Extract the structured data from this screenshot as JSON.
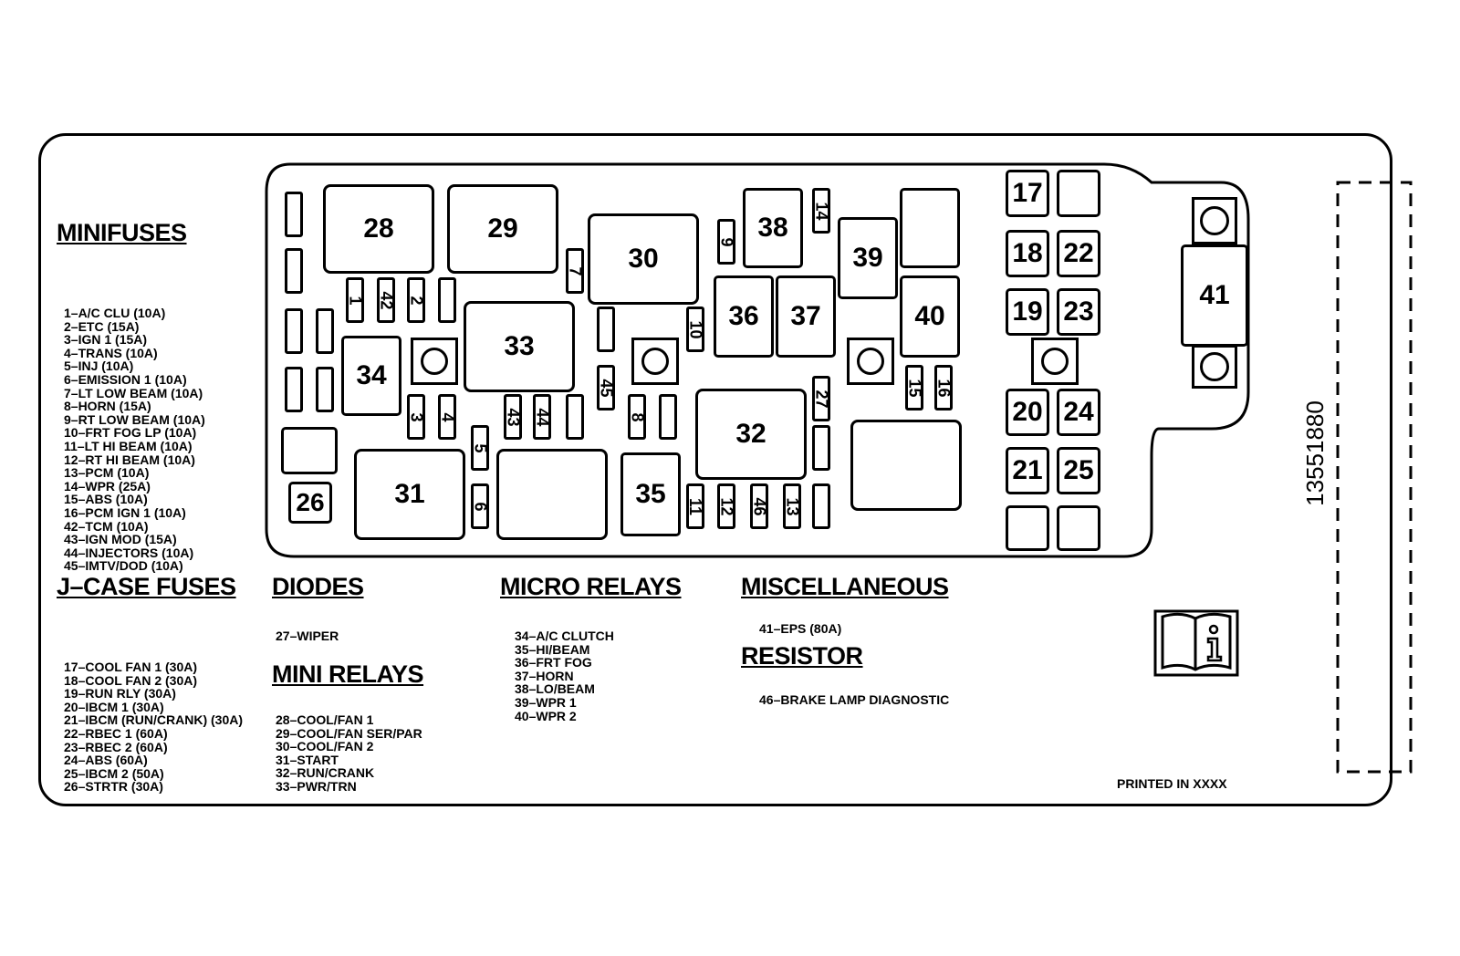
{
  "part_number": "13551880",
  "printed_in": "PRINTED IN XXXX",
  "minifuses": {
    "heading": "MINIFUSES",
    "items": [
      "1–A/C CLU (10A)",
      "2–ETC (15A)",
      "3–IGN 1 (15A)",
      "4–TRANS (10A)",
      "5–INJ (10A)",
      "6–EMISSION 1 (10A)",
      "7–LT LOW BEAM (10A)",
      "8–HORN (15A)",
      "9–RT LOW BEAM (10A)",
      "10–FRT FOG LP (10A)",
      "11–LT HI BEAM (10A)",
      "12–RT HI BEAM (10A)",
      "13–PCM (10A)",
      "14–WPR (25A)",
      "15–ABS (10A)",
      "16–PCM IGN 1 (10A)",
      "42–TCM (10A)",
      "43–IGN MOD (15A)",
      "44–INJECTORS (10A)",
      "45–IMTV/DOD (10A)"
    ]
  },
  "jcase": {
    "heading": "J–CASE FUSES",
    "items": [
      "17–COOL FAN 1 (30A)",
      "18–COOL FAN 2 (30A)",
      "19–RUN RLY (30A)",
      "20–IBCM 1 (30A)",
      "21–IBCM (RUN/CRANK) (30A)",
      "22–RBEC 1 (60A)",
      "23–RBEC 2 (60A)",
      "24–ABS (60A)",
      "25–IBCM 2 (50A)",
      "26–STRTR (30A)"
    ]
  },
  "diodes": {
    "heading": "DIODES",
    "items": [
      "27–WIPER"
    ]
  },
  "mini_relays": {
    "heading": "MINI RELAYS",
    "items": [
      "28–COOL/FAN 1",
      "29–COOL/FAN SER/PAR",
      "30–COOL/FAN 2",
      "31–START",
      "32–RUN/CRANK",
      "33–PWR/TRN"
    ]
  },
  "micro_relays": {
    "heading": "MICRO RELAYS",
    "items": [
      "34–A/C CLUTCH",
      "35–HI/BEAM",
      "36–FRT FOG",
      "37–HORN",
      "38–LO/BEAM",
      "39–WPR 1",
      "40–WPR 2"
    ]
  },
  "misc": {
    "heading": "MISCELLANEOUS",
    "items": [
      "41–EPS (80A)"
    ]
  },
  "resistor": {
    "heading": "RESISTOR",
    "items": [
      "46–BRAKE LAMP DIAGNOSTIC"
    ]
  },
  "slots": {
    "r28": "28",
    "r29": "29",
    "r30": "30",
    "r31": "31",
    "r32": "32",
    "r33": "33",
    "r34": "34",
    "r35": "35",
    "r36": "36",
    "r37": "37",
    "r38": "38",
    "r39": "39",
    "r40": "40",
    "r41": "41",
    "j17": "17",
    "j18": "18",
    "j19": "19",
    "j20": "20",
    "j21": "21",
    "j22": "22",
    "j23": "23",
    "j24": "24",
    "j25": "25",
    "j26": "26",
    "f1": "1",
    "f2": "2",
    "f3": "3",
    "f4": "4",
    "f5": "5",
    "f6": "6",
    "f7": "7",
    "f8": "8",
    "f9": "9",
    "f10": "10",
    "f11": "11",
    "f12": "12",
    "f13": "13",
    "f14": "14",
    "f15": "15",
    "f16": "16",
    "f27": "27",
    "f42": "42",
    "f43": "43",
    "f44": "44",
    "f45": "45",
    "f46": "46"
  }
}
